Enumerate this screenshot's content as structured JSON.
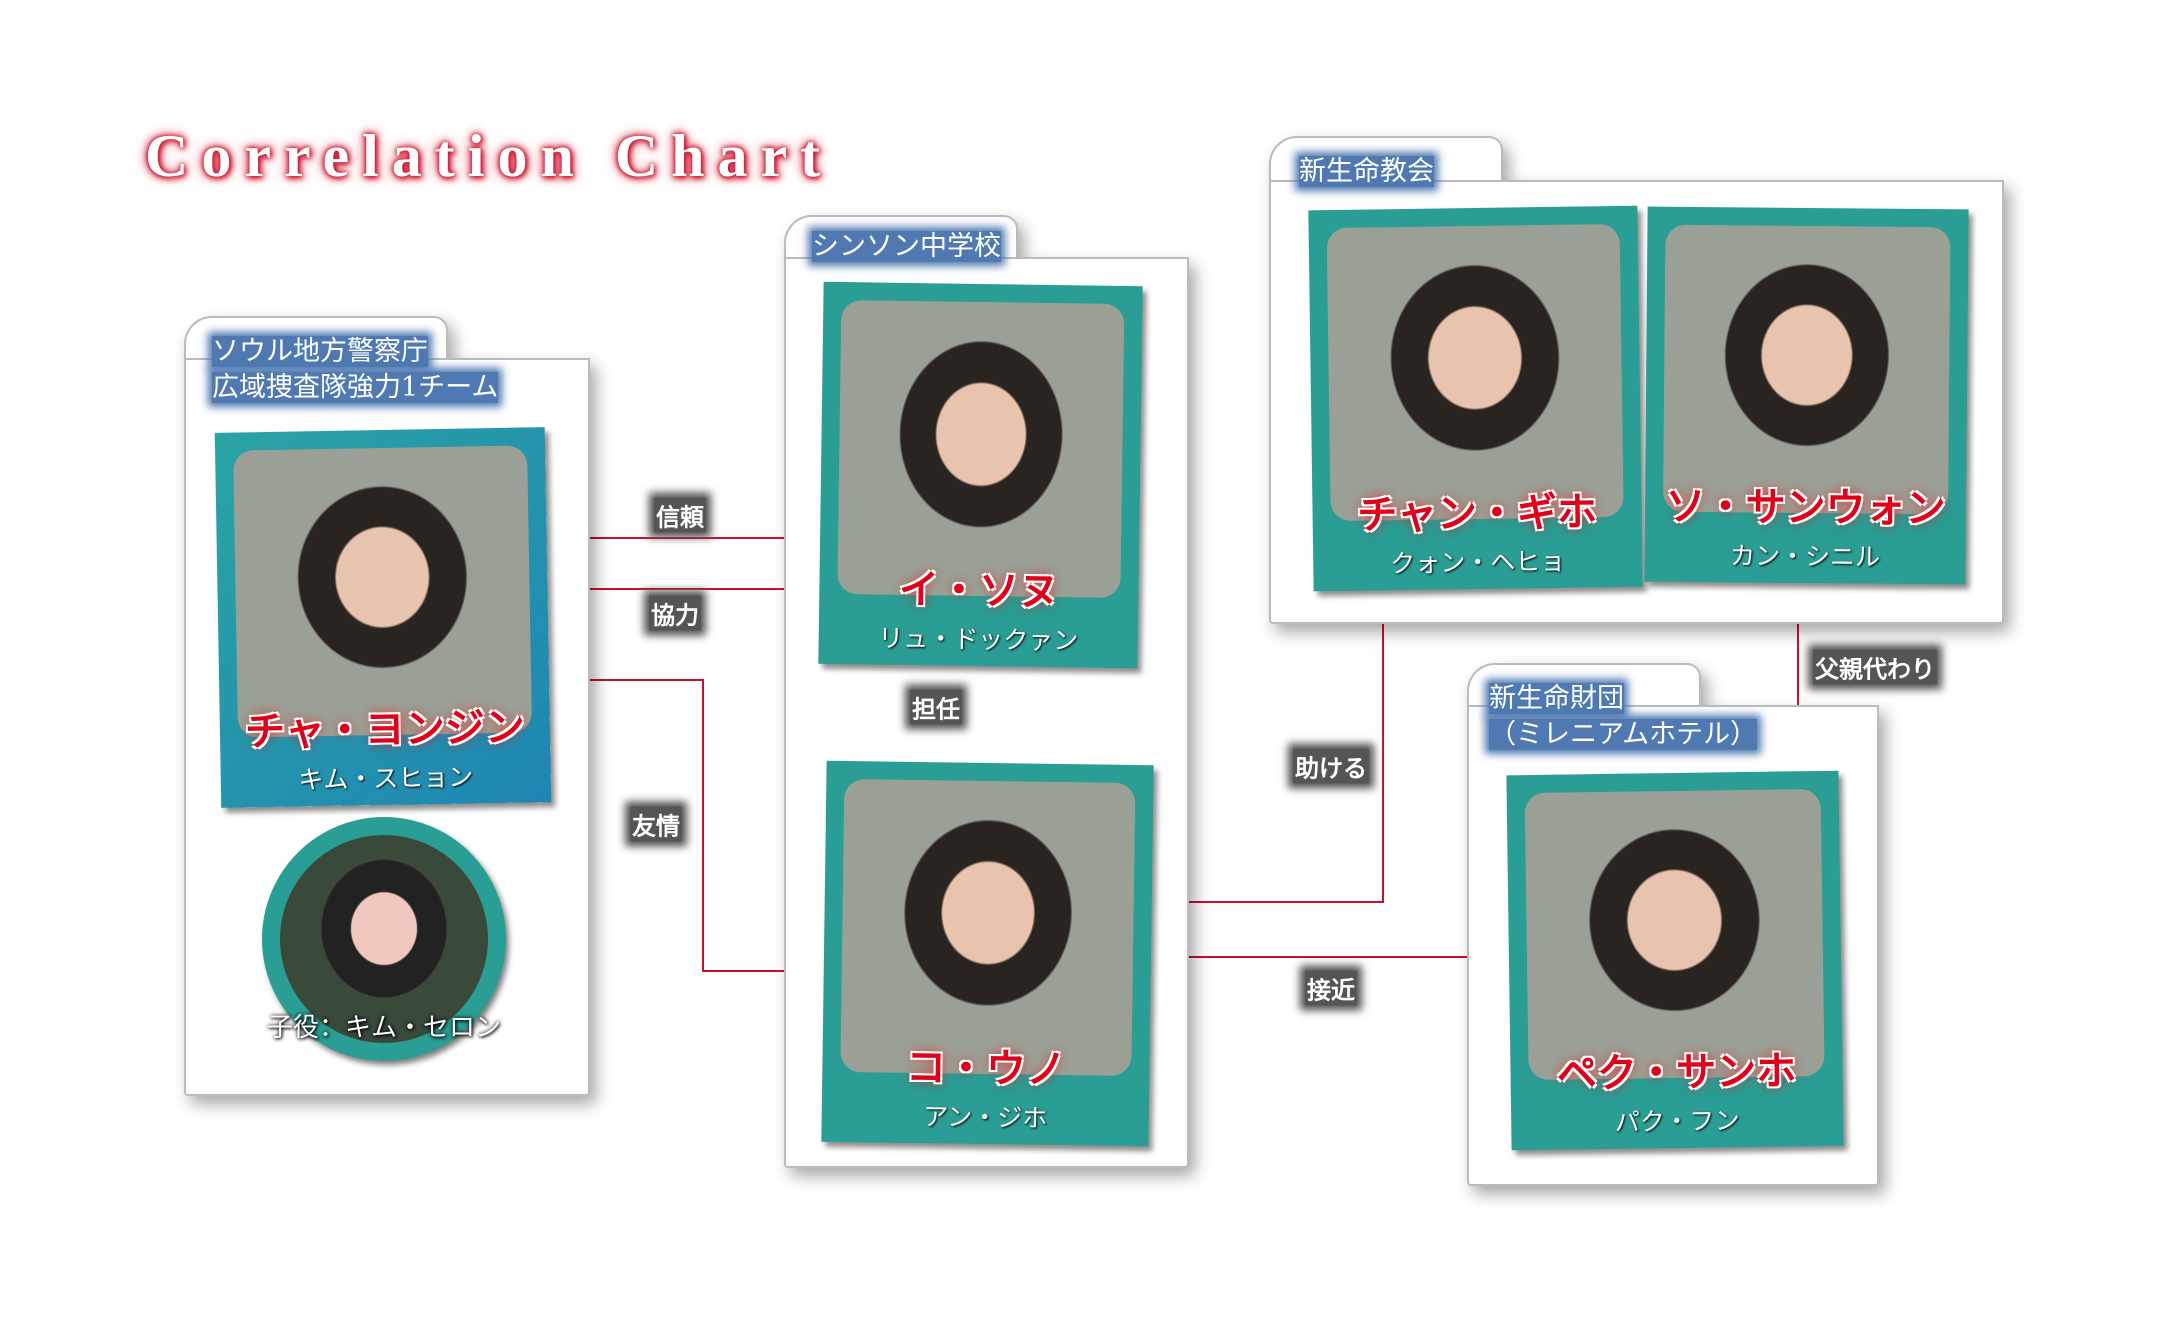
{
  "title": "Correlation Chart",
  "colors": {
    "relation_line": "#c8102e",
    "card_teal": "#2a9d94",
    "card_blue": "#1f86b4",
    "group_label_bg": "#4f79b0"
  },
  "groups": [
    {
      "label_lines": [
        "ソウル地方警察庁",
        "広域捜査隊強力1チーム"
      ]
    },
    {
      "label_lines": [
        "シンソン中学校"
      ]
    },
    {
      "label_lines": [
        "新生命教会"
      ]
    },
    {
      "label_lines": [
        "新生命財団",
        "（ミレニアムホテル）"
      ]
    }
  ],
  "characters": {
    "cha": {
      "role": "チャ・ヨンジン",
      "actor": "キム・スヒョン"
    },
    "cha_young": {
      "label": "子役：キム・セロン"
    },
    "lee": {
      "role": "イ・ソヌ",
      "actor": "リュ・ドックァン"
    },
    "ko": {
      "role": "コ・ウノ",
      "actor": "アン・ジホ"
    },
    "chang": {
      "role": "チャン・ギホ",
      "actor": "クォン・ヘヒョ"
    },
    "so": {
      "role": "ソ・サンウォン",
      "actor": "カン・シニル"
    },
    "park": {
      "role": "ペク・サンホ",
      "actor": "パク・フン"
    }
  },
  "relations": {
    "trust": "信頼",
    "cooperation": "協力",
    "friendship": "友情",
    "homeroom": "担任",
    "help": "助ける",
    "approach": "接近",
    "father_figure": "父親代わり"
  }
}
